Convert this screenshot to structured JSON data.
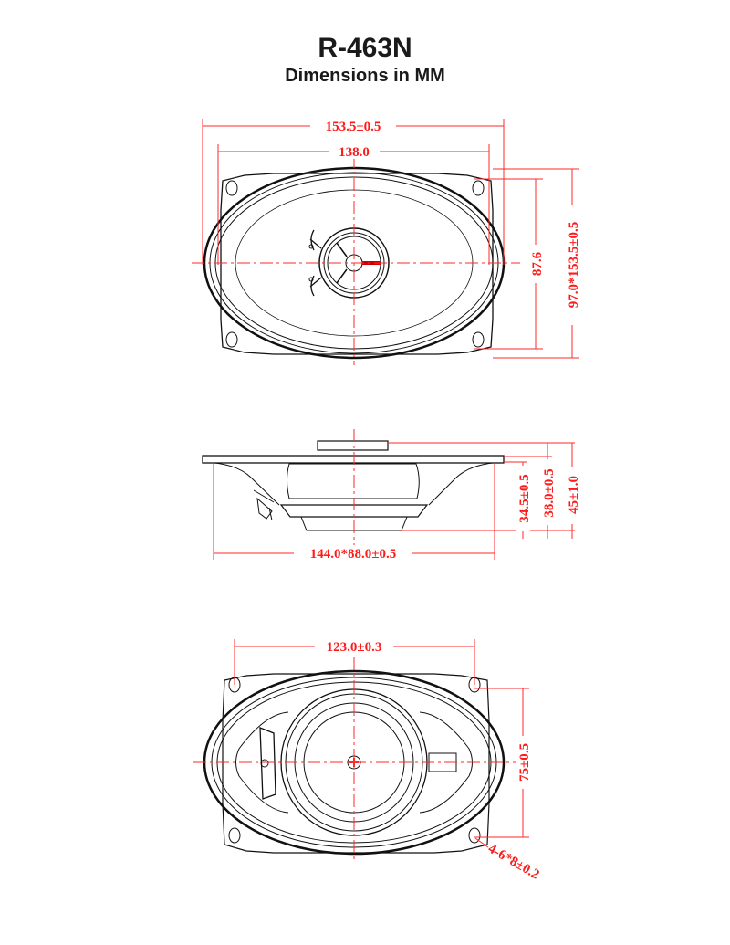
{
  "header": {
    "title": "R-463N",
    "subtitle": "Dimensions in MM"
  },
  "front_view": {
    "overall_width": "153.5±0.5",
    "cone_width": "138.0",
    "cone_height": "87.6",
    "overall_size": "97.0*153.5±0.5"
  },
  "side_view": {
    "mounting_depth_1": "34.5±0.5",
    "mounting_depth_2": "38.0±0.5",
    "total_depth": "45±1.0",
    "cutout": "144.0*88.0±0.5"
  },
  "rear_view": {
    "hole_spacing_horizontal": "123.0±0.3",
    "hole_spacing_vertical": "75±0.5",
    "mounting_holes": "4-6*8±0.2"
  },
  "colors": {
    "dimension": "#ff1a1a",
    "outline": "#111111"
  }
}
